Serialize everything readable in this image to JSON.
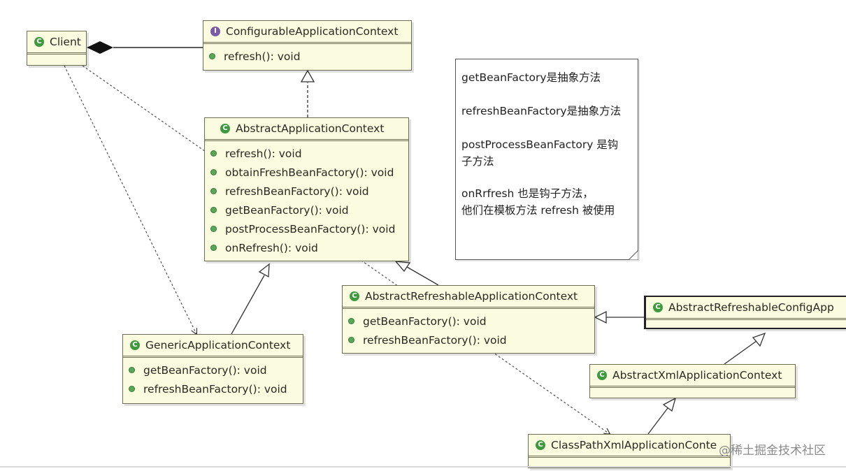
{
  "classes": {
    "client": {
      "name": "Client"
    },
    "configurable": {
      "name": "ConfigurableApplicationContext",
      "methods": [
        "refresh(): void"
      ]
    },
    "abstract_app": {
      "name": "AbstractApplicationContext",
      "methods": [
        "refresh(): void",
        "obtainFreshBeanFactory(): void",
        "refreshBeanFactory(): void",
        "getBeanFactory(): void",
        "postProcessBeanFactory(): void",
        "onRefresh(): void"
      ]
    },
    "generic": {
      "name": "GenericApplicationContext",
      "methods": [
        "getBeanFactory(): void",
        "refreshBeanFactory(): void"
      ]
    },
    "abstract_refreshable": {
      "name": "AbstractRefreshableApplicationContext",
      "methods": [
        "getBeanFactory(): void",
        "refreshBeanFactory(): void"
      ]
    },
    "abstract_refreshable_config": {
      "name": "AbstractRefreshableConfigApp"
    },
    "abstract_xml": {
      "name": "AbstractXmlApplicationContext"
    },
    "classpath_xml": {
      "name": "ClassPathXmlApplicationConte"
    }
  },
  "note": {
    "lines": [
      "getBeanFactory是抽象方法",
      "refreshBeanFactory是抽象方法",
      "postProcessBeanFactory 是钩",
      "子方法",
      "onRrfresh 也是钩子方法，",
      "他们在模板方法 refresh 被使用"
    ]
  },
  "watermark": "@稀土掘金技术社区",
  "icons": {
    "class": "class-icon",
    "interface": "interface-icon",
    "method": "method-dot-icon"
  }
}
